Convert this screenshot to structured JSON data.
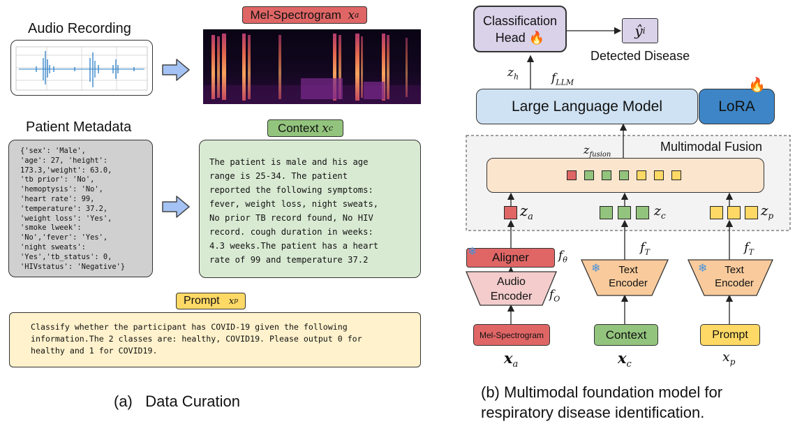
{
  "colors": {
    "mel_red": "#e06666",
    "context_green": "#93c47d",
    "prompt_yellow": "#ffd966",
    "llm_blue": "#cfe2f3",
    "head_purple": "#d9d2e9",
    "encoder_orange": "#f9cb9c",
    "audio_pink": "#f4cccc",
    "fusion_gray": "#f3f3f3",
    "fusion_inner": "#fce5cd",
    "metadata_gray": "#d0d0d0",
    "context_panel": "#d9ead3",
    "prompt_panel": "#fff2cc"
  },
  "left": {
    "audio_title": "Audio Recording",
    "mel_label": "Mel-Spectrogram",
    "mel_var": "x",
    "mel_sub": "a",
    "metadata_title": "Patient Metadata",
    "context_label": "Context",
    "context_var": "x",
    "context_sub": "c",
    "metadata_lines": [
      "{'sex': 'Male',",
      "'age': 27, 'height':",
      "173.3,'weight': 63.0,",
      "'tb prior': 'No',",
      "'hemoptysis': 'No',",
      "'heart rate': 99,",
      "'temperature': 37.2,",
      "'weight loss': 'Yes',",
      "'smoke lweek':",
      "'No','fever': 'Yes',",
      "'night sweats':",
      "'Yes','tb_status': 0,",
      "'HIVstatus': 'Negative'}"
    ],
    "context_lines": [
      "The patient is male and his age",
      "range is 25-34. The patient",
      "reported the following symptoms:",
      "fever, weight loss, night sweats,",
      "No prior TB record found, No HIV",
      "record. cough duration in weeks:",
      "4.3 weeks.The patient has a heart",
      "rate of 99 and temperature 37.2"
    ],
    "prompt_label": "Prompt",
    "prompt_var": "x",
    "prompt_sub": "p",
    "prompt_lines": [
      "Classify whether the participant has COVID-19 given the following",
      "information.The 2 classes are: healthy, COVID19. Please output 0 for",
      "healthy and 1 for COVID19."
    ],
    "caption": "(a)   Data Curation"
  },
  "right": {
    "head_line1": "Classification",
    "head_line2": "Head",
    "yhat_sub": "i",
    "detected": "Detected Disease",
    "zh_var": "z",
    "zh_sub": "h",
    "fllm_var": "f",
    "fllm_sub": "LLM",
    "llm_label": "Large Language Model",
    "lora_label": "LoRA",
    "fusion_label": "Multimodal Fusion",
    "zfusion_var": "z",
    "zfusion_sub": "fusion",
    "za_var": "z",
    "za_sub": "a",
    "zc_var": "z",
    "zc_sub": "c",
    "zp_var": "z",
    "zp_sub": "p",
    "aligner_label": "Aligner",
    "ftheta_var": "f",
    "ftheta_sub": "θ",
    "audio_enc_line1": "Audio",
    "audio_enc_line2": "Encoder",
    "fo_var": "f",
    "fo_sub": "O",
    "text_enc_line1": "Text",
    "text_enc_line2": "Encoder",
    "ft_var": "f",
    "ft_sub": "T",
    "input_mel": "Mel-Spectrogram",
    "input_context": "Context",
    "input_prompt": "Prompt",
    "xa_var": "x",
    "xa_sub": "a",
    "xc_var": "x",
    "xc_sub": "c",
    "xp_var": "x",
    "xp_sub": "p",
    "caption_line1": "(b) Multimodal foundation model for",
    "caption_line2": "respiratory disease identification."
  }
}
